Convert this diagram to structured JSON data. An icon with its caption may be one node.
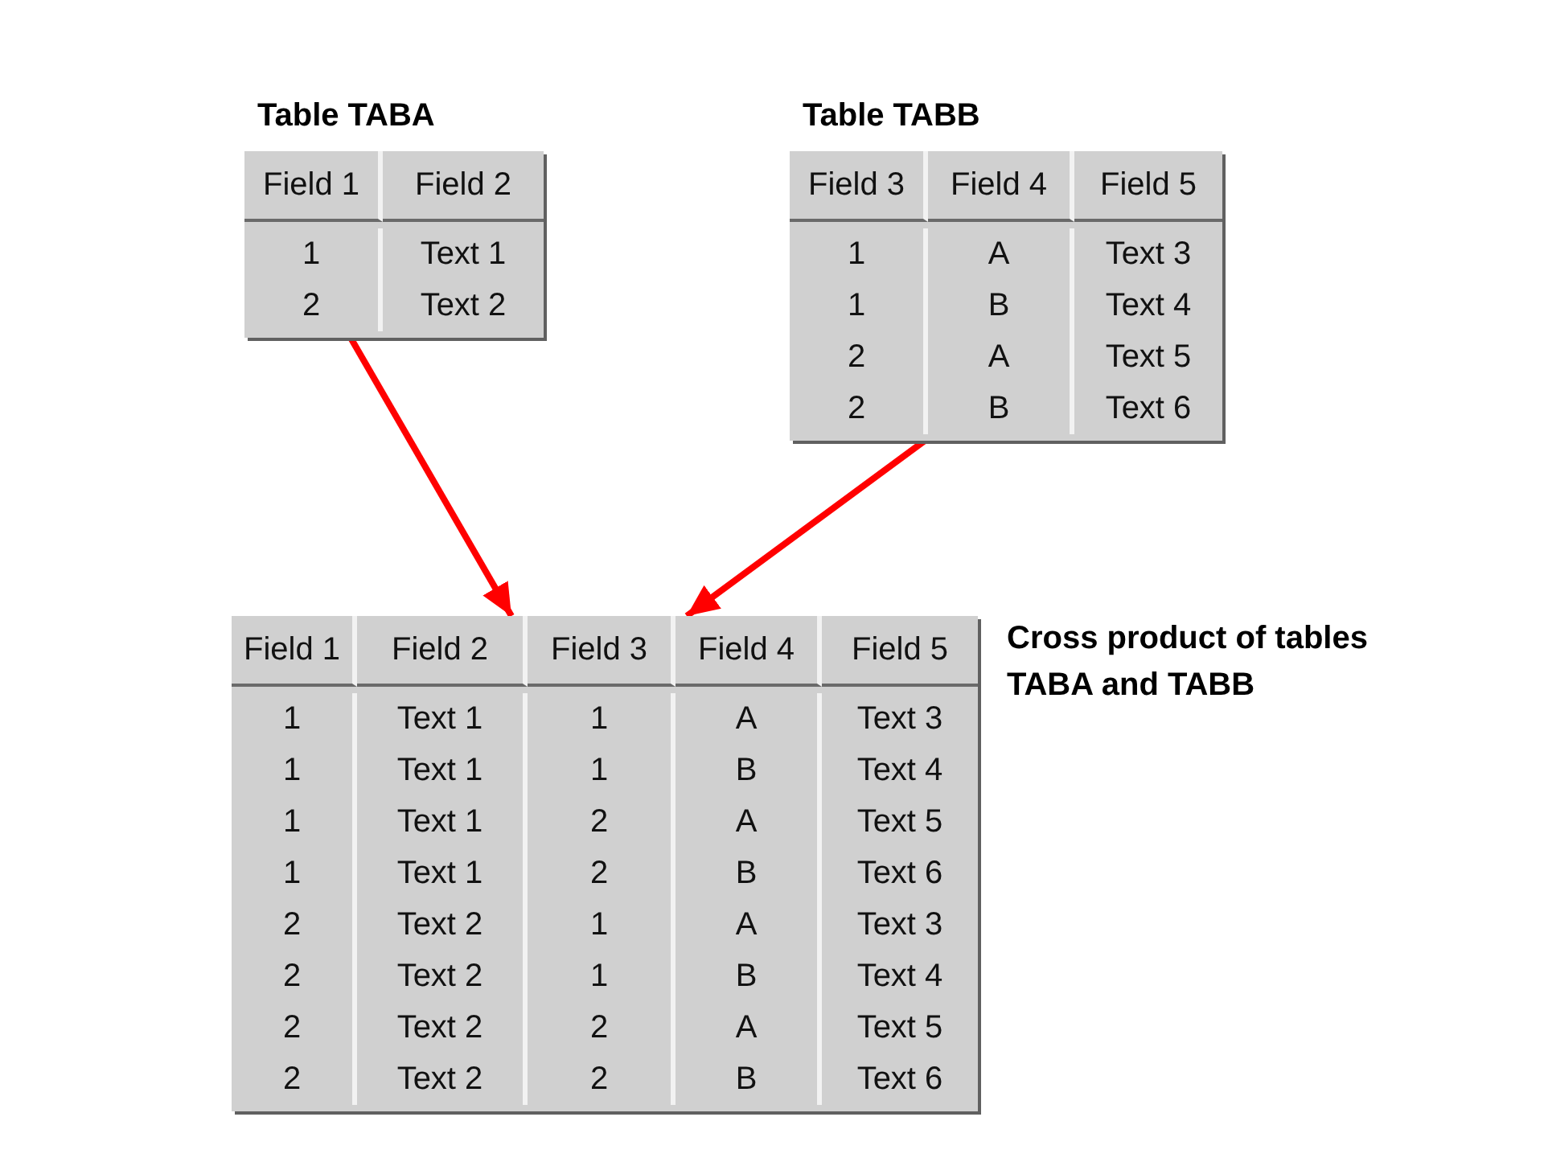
{
  "diagram": {
    "nodes": [
      {
        "text": [
          "Table TABA"
        ]
      },
      {
        "text": [
          "Table TABB"
        ]
      },
      {
        "text": [
          "Cross product of tables TABA and TABB"
        ]
      }
    ],
    "edges": [
      {
        "from": 0,
        "to": 2,
        "arrow": "to",
        "color": "#ff0000"
      },
      {
        "from": 1,
        "to": 2,
        "arrow": "to",
        "color": "#ff0000"
      }
    ],
    "labels": [
      "Field 1",
      "Field 2",
      "1",
      "Text 1",
      "2",
      "Text 2",
      "Field 3",
      "Field 4",
      "Field 5",
      "1",
      "A",
      "Text 3",
      "1",
      "B",
      "Text 4",
      "2",
      "A",
      "Text 5",
      "2",
      "B",
      "Text 6",
      "Field 1",
      "Field 2",
      "Field 3",
      "Field 4",
      "Field 5",
      "1",
      "Text 1",
      "1",
      "A",
      "Text 3",
      "1",
      "Text 1",
      "1",
      "B",
      "Text 4",
      "1",
      "Text 1",
      "2",
      "A",
      "Text 5",
      "1",
      "Text 1",
      "2",
      "B",
      "Text 6",
      "2",
      "Text 2",
      "1",
      "A",
      "Text 3",
      "2",
      "Text 2",
      "1",
      "B",
      "Text 4",
      "2",
      "Text 2",
      "2",
      "A",
      "Text 5",
      "2",
      "Text 2",
      "2",
      "B",
      "Text 6"
    ]
  }
}
